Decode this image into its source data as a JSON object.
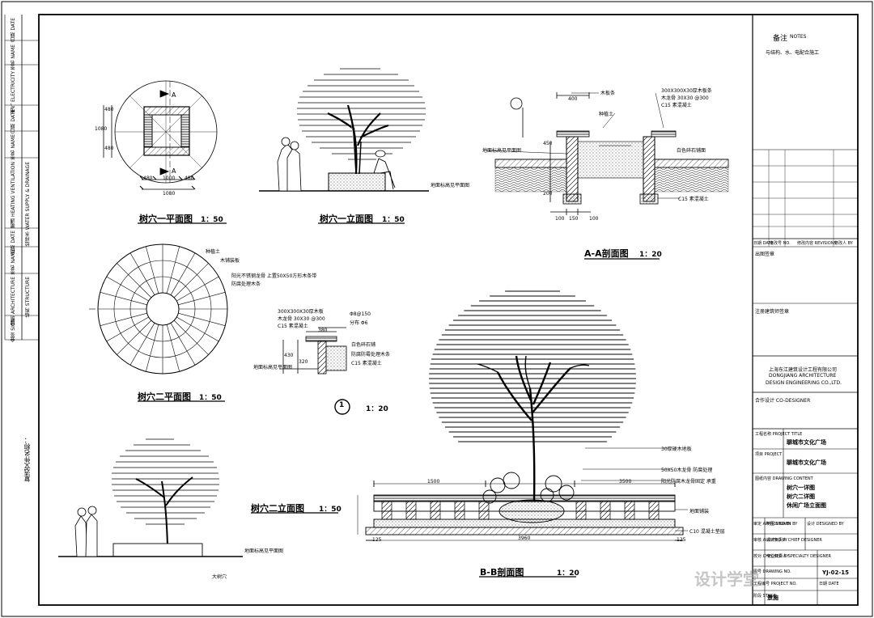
{
  "drawing_titles": {
    "plan1": "树穴一平面图",
    "plan1_scale": "1：50",
    "elev1": "树穴一立面图",
    "elev1_scale": "1：50",
    "aa": "A-A剖面图",
    "aa_scale": "1：20",
    "plan2": "树穴二平面图",
    "plan2_scale": "1：50",
    "detail1": "1",
    "detail1_scale": "1：20",
    "elev2": "树穴二立面图",
    "elev2_scale": "1：50",
    "bb": "B-B剖面图",
    "bb_scale": "1：20"
  },
  "dims": {
    "p1_top1": "480",
    "p1_top2": "1000",
    "p1_top3": "480",
    "p1_side1": "480",
    "p1_side2": "1080",
    "p1_side3": "480",
    "p1_bottom": "1080",
    "aa_400": "400",
    "aa_450": "450",
    "aa_200": "200",
    "aa_b1": "100",
    "aa_b2": "150",
    "aa_b3": "100",
    "bb_1500": "1500",
    "bb_3500": "3500",
    "bb_3960": "3960",
    "bb_125a": "125",
    "bb_125b": "125",
    "d_380": "380",
    "d_430": "430",
    "d_320": "320"
  },
  "annotations": {
    "p1_a_top": "A",
    "p1_a_bot": "A",
    "grade_line": "地面标高见平面图",
    "aa_soil": "种植土",
    "aa_wood": "木板条",
    "aa_n1": "300X300X30厚木板条",
    "aa_n2": "木龙骨 30X30 @300",
    "aa_n3": "C15 素混凝土",
    "aa_gravel": "白色碎石铺面",
    "aa_c15": "C15 素混凝土",
    "aa_grade": "地面标高见平面图",
    "p2_soil": "种植土",
    "p2_wood": "木铺装板",
    "p2_frame": "阳光不锈钢龙骨 上置50X50方形木条带",
    "p2_frame2": "防腐处理木条",
    "d_n1": "300X300X30厚木板",
    "d_n2": "木龙骨 30X30 @300",
    "d_n3": "C15 素混凝土",
    "d_n4": "Φ8@150",
    "d_n5": "分布 Φ6",
    "d_n6": "白色碎石铺",
    "d_n7": "防腐防霉处理木条",
    "d_n8": "C15 素混凝土",
    "d_grade": "地面标高见平面图",
    "e2_grade": "地面标高见平面图",
    "e2_tree": "大树穴",
    "bb_n1": "30厚硬木地板",
    "bb_n2": "50X50木龙骨 防腐处理",
    "bb_n3": "阳光防腐木龙骨固定 承重",
    "bb_n4": "地面铺装",
    "bb_n5": "C10 混凝土垫层"
  },
  "left_strip": {
    "r1": "日期 DATE",
    "r2": "签名 NAME",
    "r3": "电气 ELECTRICITY",
    "r4": "日期 DATE",
    "r5": "签名 NAME",
    "r6": "暖通 HEATING VENTILATION",
    "r7": "给排水 WATER SUPPLY & DRAINAGE",
    "r8": "日期 DATE",
    "r9": "签名 NAME",
    "r10": "建筑 ARCHITECTURE",
    "r11": "结构 STRUCTURE",
    "r12": "会签 SIGN",
    "footer": "复选文件名称："
  },
  "title_block": {
    "notes_title": "备注",
    "notes_en": "NOTES",
    "notes_body": "与结构、水、电配合施工",
    "rev_h1": "日期 DATE",
    "rev_h2": "修改号 NO.",
    "rev_h3": "修改内容 REVISIONS",
    "rev_h4": "修改人 BY",
    "stamp1": "出图签章",
    "stamp2": "注册建筑师签章",
    "company_cn": "上海东江建筑设计工程有限公司",
    "company_en1": "DONGJIANG ARCHITECTURE",
    "company_en2": "DESIGN ENGINEERING CO.,LTD.",
    "codesigner": "合作设计 CO-DESIGNER",
    "proj_title_lbl": "工程名称 PROJECT TITLE",
    "proj_title": "聊城市文化广场",
    "project_lbl": "项目 PROJECT",
    "project": "聊城市文化广场",
    "content_lbl": "图纸内容 DRAWING CONTENT",
    "content1": "树穴一详图",
    "content2": "树穴二详图",
    "content3": "休闲广场立面图",
    "approved": "审定 APPROVED BY",
    "drawn": "制图 DRAWN BY",
    "designed": "设计 DESIGNED BY",
    "audited": "审核 AUDITED BY",
    "chief": "设计负责人 CHIEF DESIGNER",
    "checked": "校对 CHECKED BY",
    "specialty": "专业负责人 SPECIALTY DESIGNER",
    "drawing_no_lbl": "图号 DRAWING NO.",
    "drawing_no": "YJ-02-15",
    "project_no_lbl": "工程编号 PROJECT NO.",
    "date_lbl": "日期 DATE",
    "stage_lbl": "阶段 STAGE",
    "stage": "景施"
  },
  "watermark": "设计学堂"
}
